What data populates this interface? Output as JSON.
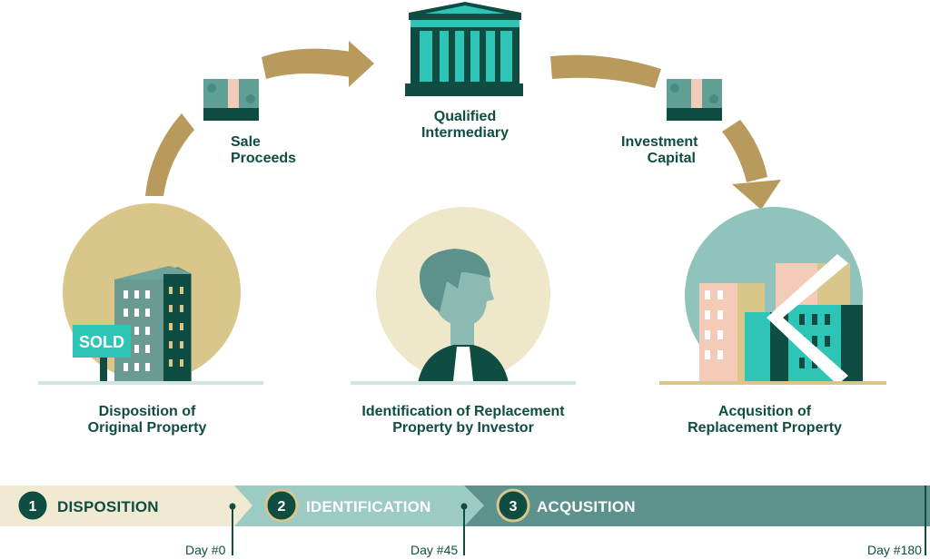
{
  "flow": {
    "sale_proceeds": [
      "Sale",
      "Proceeds"
    ],
    "qualified_intermediary": [
      "Qualified",
      "Intermediary"
    ],
    "investment_capital": [
      "Investment",
      "Capital"
    ]
  },
  "steps": [
    {
      "lines": [
        "Disposition of",
        "Original Property"
      ]
    },
    {
      "lines": [
        "Identification of Replacement",
        "Property by Investor"
      ]
    },
    {
      "lines": [
        "Acqusition of",
        "Replacement Property"
      ]
    }
  ],
  "sold_sign": "SOLD",
  "timeline": {
    "stages": [
      {
        "number": "1",
        "name": "DISPOSITION"
      },
      {
        "number": "2",
        "name": "IDENTIFICATION"
      },
      {
        "number": "3",
        "name": "ACQUSITION"
      }
    ],
    "days": [
      "Day #0",
      "Day #45",
      "Day #180"
    ]
  },
  "colors": {
    "dark_green": "#0f4d43",
    "teal": "#2ec4b6",
    "gold": "#b89a5c",
    "stage1_bg": "#f1ead2",
    "stage2_bg": "#9ccbc4",
    "stage3_bg": "#5c928b"
  }
}
